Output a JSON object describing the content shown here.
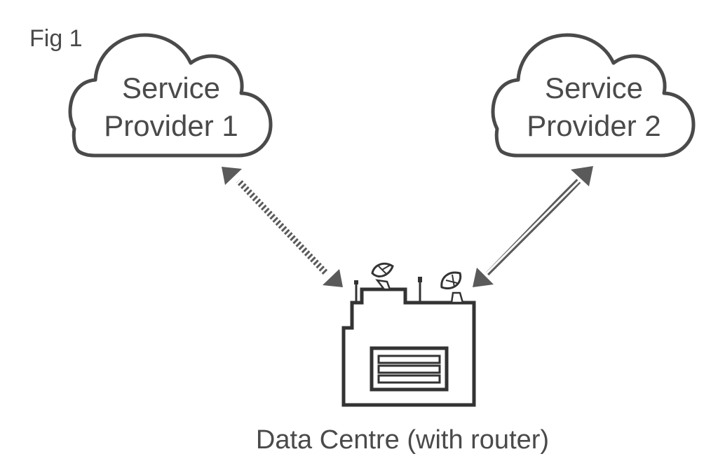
{
  "figure_label": "Fig 1",
  "cloud_left": {
    "line1": "Service",
    "line2": "Provider 1"
  },
  "cloud_right": {
    "line1": "Service",
    "line2": "Provider 2"
  },
  "datacentre_label": "Data Centre (with router)",
  "colors": {
    "stroke": "#4a4a4a",
    "arrow": "#5a5a5a",
    "background": "#ffffff"
  },
  "icons": [
    "cloud-icon",
    "building-icon",
    "satellite-dish-icon",
    "antenna-icon",
    "server-rack-icon",
    "arrow-icon"
  ]
}
